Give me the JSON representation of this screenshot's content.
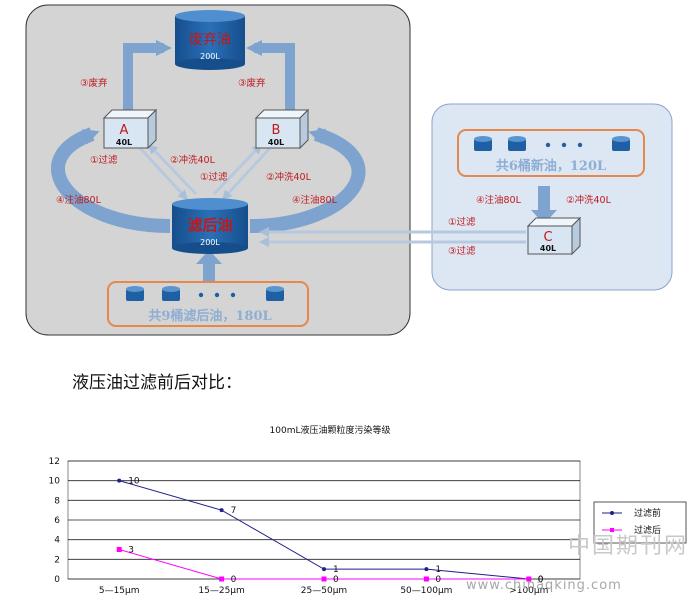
{
  "diagram": {
    "waste_tank": {
      "name": "废弃油",
      "volume": "200L"
    },
    "filtered_tank": {
      "name": "滤后油",
      "volume": "200L"
    },
    "box_a": {
      "letter": "A",
      "volume": "40L"
    },
    "box_b": {
      "letter": "B",
      "volume": "40L"
    },
    "box_c": {
      "letter": "C",
      "volume": "40L"
    },
    "bottom_barrels_label": "共9桶滤后油，180L",
    "new_barrels_label": "共6桶新油，120L",
    "labels": {
      "waste_left": "③废弃",
      "waste_right": "③废弃",
      "filter_a": "①过滤",
      "flush_a": "②冲洗40L",
      "filter_b": "①过滤",
      "flush_b": "②冲洗40L",
      "fill_left": "④注油80L",
      "fill_right": "④注油80L",
      "fill_c": "④注油80L",
      "flush_c": "②冲洗40L",
      "filter_c1": "①过滤",
      "filter_c3": "③过滤"
    },
    "colors": {
      "panel": "#d4d4d4",
      "blue_panel": "#dde6f3",
      "arrow": "#8fb0d5",
      "tank": "#1f5fa3",
      "label_red": "#c0191c"
    }
  },
  "caption": "液压油过滤前后对比：",
  "chart_data": {
    "type": "line",
    "title": "100mL液压油颗粒度污染等级",
    "categories": [
      "5—15μm",
      "15—25μm",
      "25—50μm",
      "50—100μm",
      ">100μm"
    ],
    "series": [
      {
        "name": "过滤前",
        "values": [
          10,
          7,
          1,
          1,
          0
        ],
        "color": "#1f1f8c",
        "marker": "circle"
      },
      {
        "name": "过滤后",
        "values": [
          3,
          0,
          0,
          0,
          0
        ],
        "color": "#ff00ff",
        "marker": "square"
      }
    ],
    "ylim": [
      0,
      12
    ],
    "yticks": [
      0,
      2,
      4,
      6,
      8,
      10,
      12
    ],
    "grid": true,
    "legend": "right"
  },
  "watermark": {
    "cn": "中国期刊网",
    "url": "www.chinaqking.com"
  }
}
